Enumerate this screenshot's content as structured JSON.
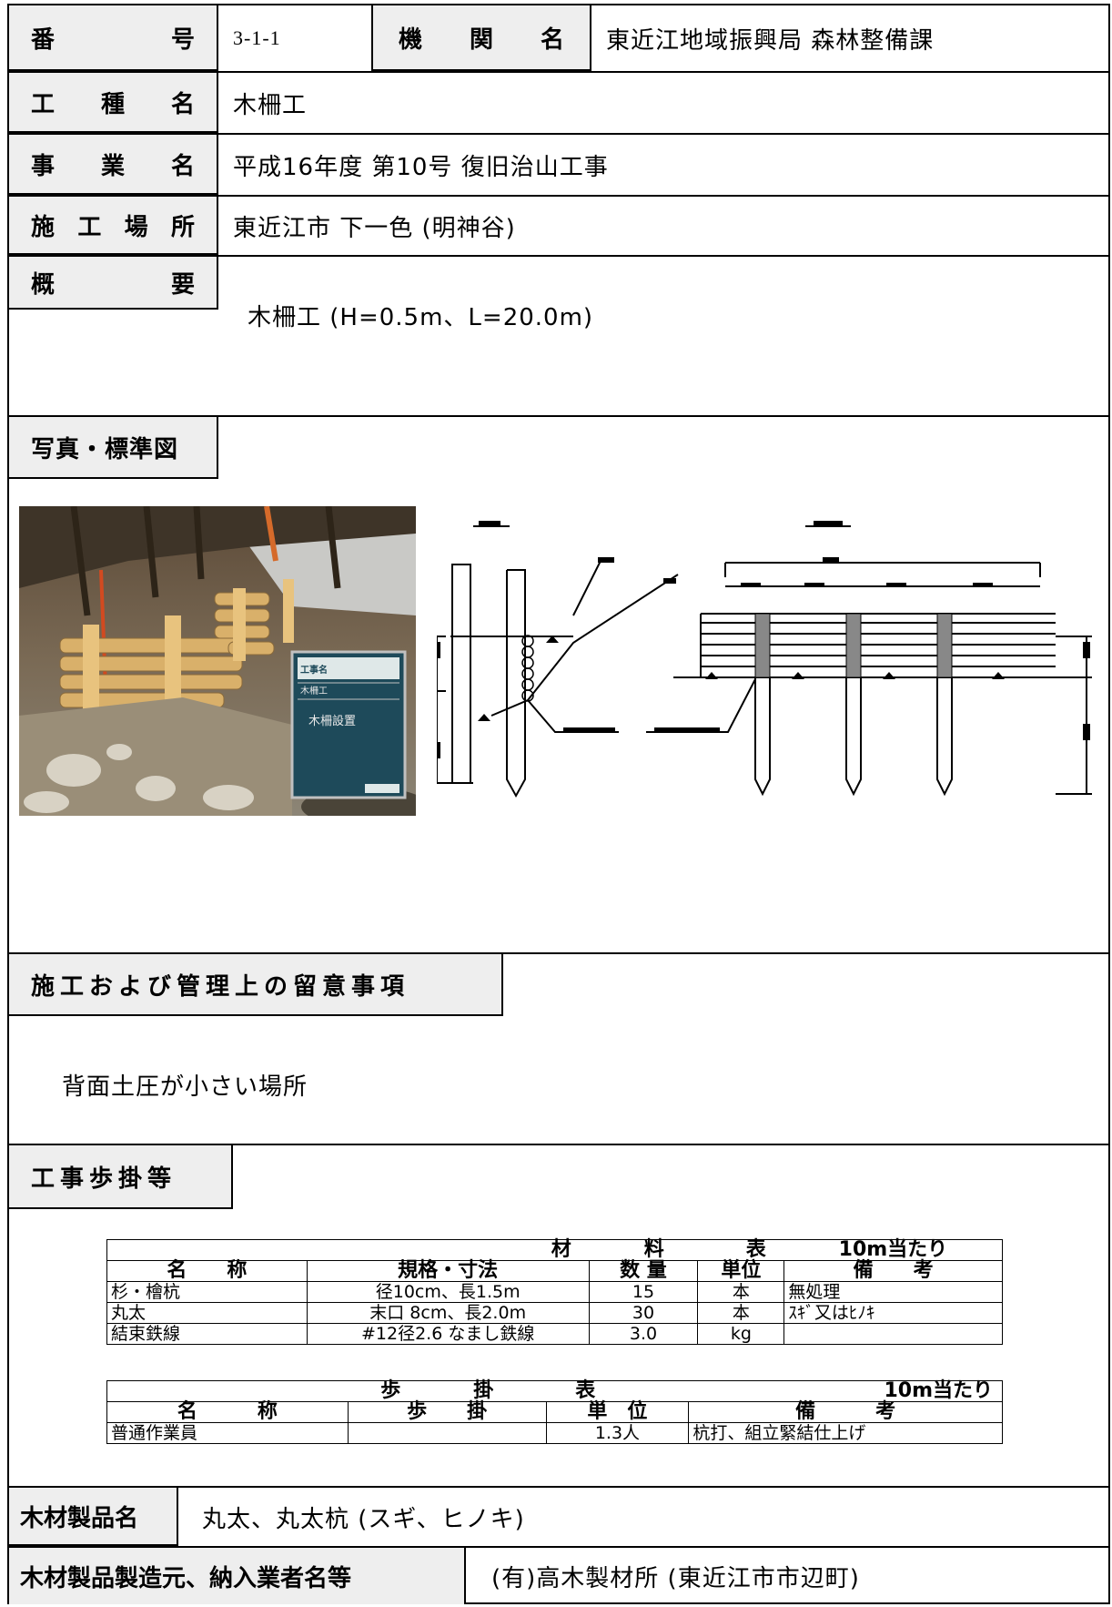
{
  "header": {
    "number_label": [
      "番",
      "号"
    ],
    "number_value": "3-1-1",
    "agency_label": [
      "機",
      "関",
      "名"
    ],
    "agency_value": "東近江地域振興局 森林整備課"
  },
  "rows": {
    "work_type_label": [
      "工",
      "種",
      "名"
    ],
    "work_type_value": "木柵工",
    "project_label": [
      "事",
      "業",
      "名"
    ],
    "project_value": "平成16年度 第10号 復旧治山工事",
    "site_label": [
      "施",
      "工",
      "場",
      "所"
    ],
    "site_value": "東近江市 下一色 (明神谷)",
    "summary_label": [
      "概",
      "要"
    ],
    "summary_value": "木柵工 (H=0.5m、L=20.0m)"
  },
  "sections": {
    "photo_title": "写真・標準図",
    "notes_title": "施工および管理上の留意事項",
    "notes_text": "背面土圧が小さい場所",
    "labor_title": "工事歩掛等"
  },
  "material_table": {
    "title": [
      "材",
      "料",
      "表"
    ],
    "per": "10m当たり",
    "headers": [
      "名　　称",
      "規格・寸法",
      "数 量",
      "単位",
      "備　　考"
    ],
    "rows": [
      [
        "杉・檜杭",
        "径10cm、長1.5m",
        "15",
        "本",
        "無処理"
      ],
      [
        "丸太",
        "末口 8cm、長2.0m",
        "30",
        "本",
        "ｽｷﾞ又はﾋﾉｷ"
      ],
      [
        "結束鉄線",
        "#12径2.6 なまし鉄線",
        "3.0",
        "kg",
        ""
      ]
    ]
  },
  "labor_table": {
    "title": [
      "歩",
      "掛",
      "表"
    ],
    "per": "10m当たり",
    "headers": [
      "名　　　称",
      "歩　　掛",
      "単　位",
      "備　　　考"
    ],
    "rows": [
      [
        "普通作業員",
        "",
        "1.3人",
        "杭打、組立緊結仕上げ"
      ]
    ]
  },
  "footer": {
    "product_label": "木材製品名",
    "product_value": "丸太、丸太杭 (スギ、ヒノキ)",
    "maker_label": "木材製品製造元、納入業者名等",
    "maker_value": "(有)高木製材所 (東近江市市辺町)"
  },
  "photo": {
    "sign_lines": [
      "工事名",
      "木柵工",
      "木柵設置"
    ]
  },
  "colors": {
    "label_bg": "#eeeeee",
    "border": "#000000"
  }
}
